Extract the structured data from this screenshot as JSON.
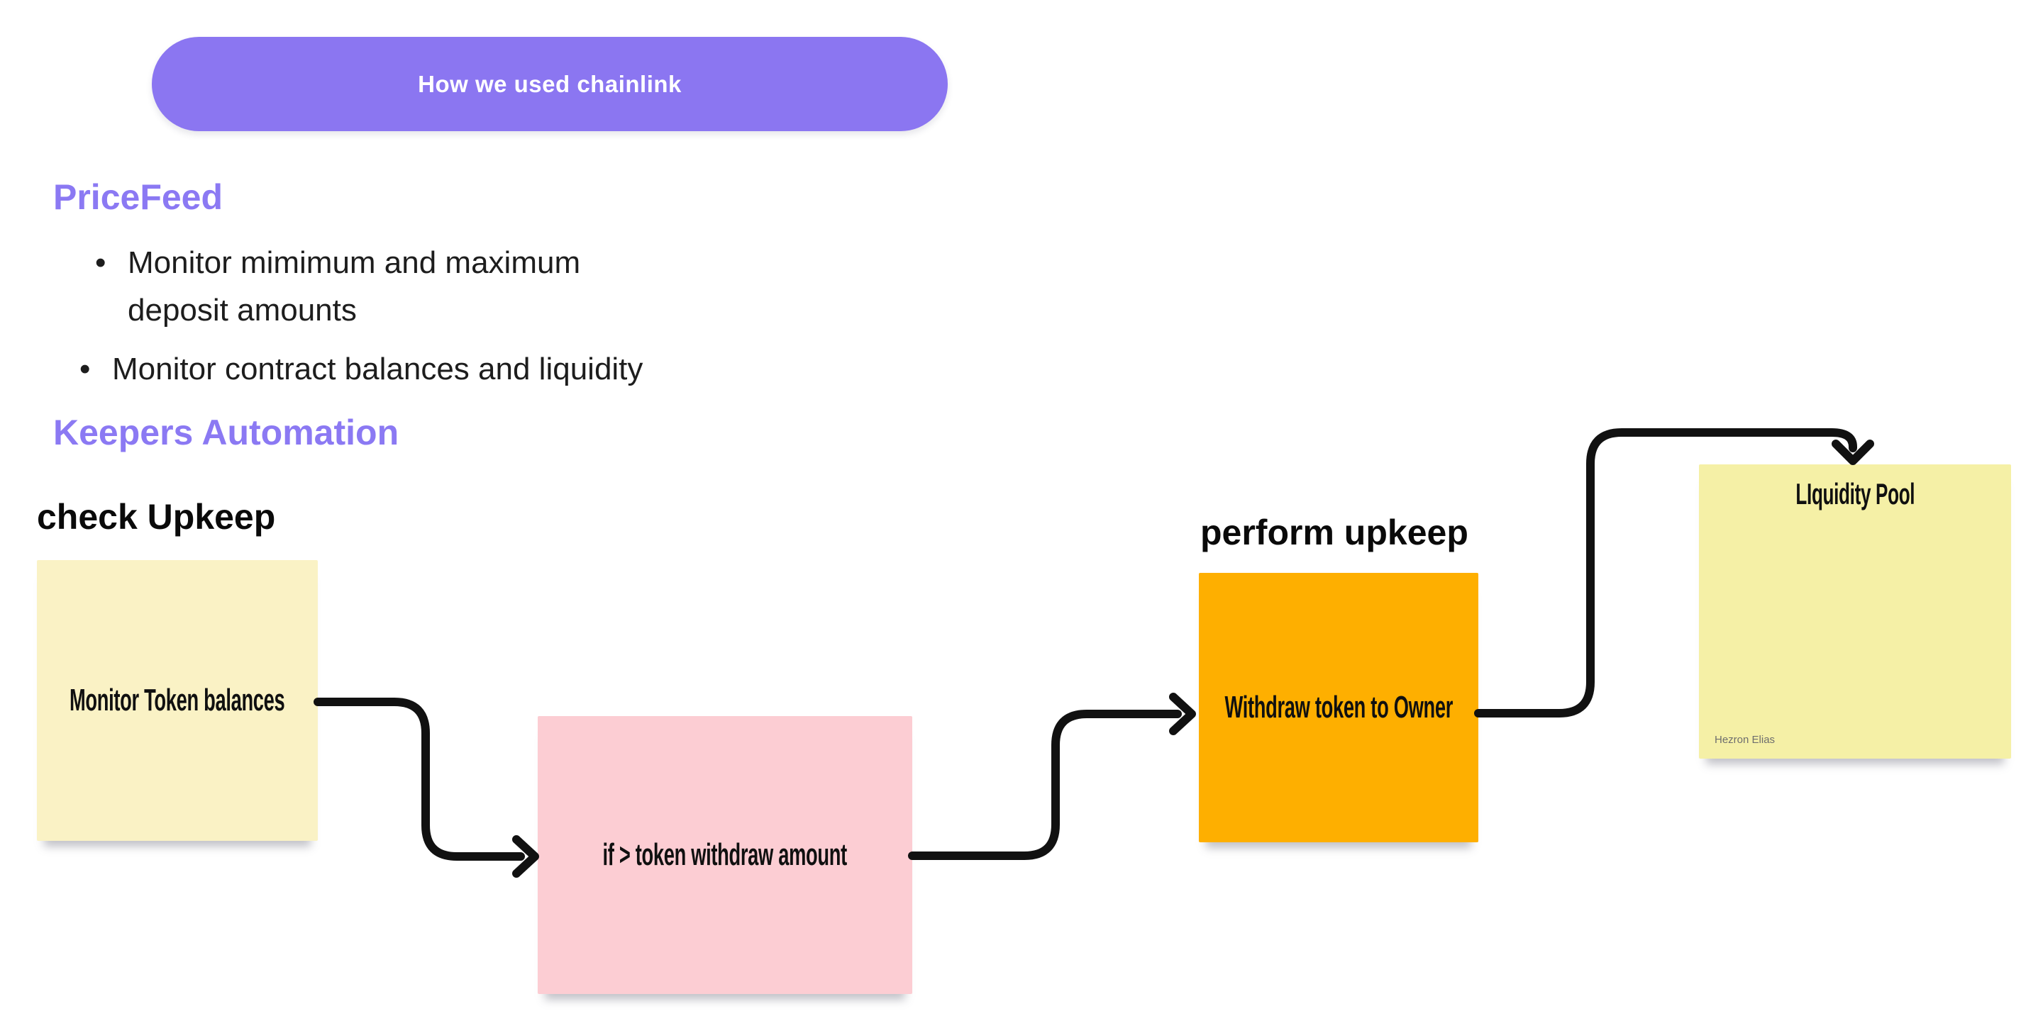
{
  "board": {
    "background_color": "#ffffff",
    "accent_color": "#8b79f3",
    "connector_color": "#111111",
    "banner": {
      "label": "How we used chainlink",
      "bg_color": "#8b76f1",
      "text_color": "#ffffff"
    },
    "pricefeed": {
      "heading": "PriceFeed",
      "bullets": [
        {
          "lines": [
            "Monitor mimimum and maximum",
            "deposit amounts"
          ]
        },
        {
          "lines": [
            "Monitor contract balances and liquidity"
          ]
        }
      ],
      "bullet_glyph": "•"
    },
    "keepers": {
      "heading": "Keepers Automation"
    },
    "labels": {
      "check_upkeep": "check Upkeep",
      "perform_upkeep": "perform upkeep"
    },
    "notes": {
      "monitor": {
        "text": "Monitor Token balances",
        "bg_color": "#faf2c5"
      },
      "condition": {
        "text": "if > token withdraw amount",
        "bg_color": "#fccdd3"
      },
      "withdraw": {
        "text": "Withdraw token to Owner",
        "bg_color": "#feaf00"
      },
      "pool": {
        "title": "LIquidity Pool",
        "author": "Hezron Elias",
        "bg_color": "#f5f0a6"
      }
    }
  }
}
